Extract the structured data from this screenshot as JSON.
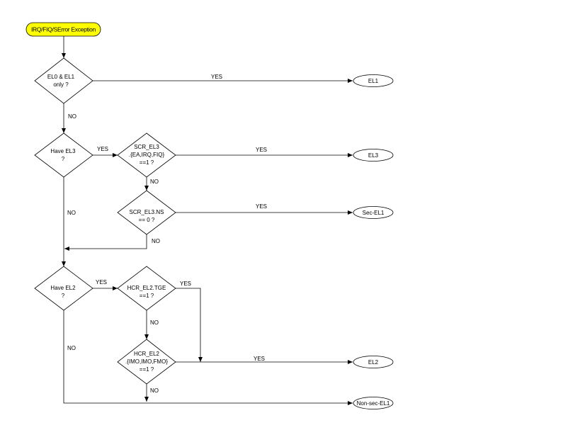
{
  "colors": {
    "start_fill": "#ffff00",
    "line": "#000000",
    "shape_fill": "#ffffff"
  },
  "start": {
    "label": "IRQ/FIQ/SError Exception"
  },
  "decisions": {
    "el0_el1_only": {
      "line1": "EL0 & EL1",
      "line2": "only ?"
    },
    "have_el3": {
      "line1": "Have EL3",
      "line2": "?"
    },
    "scr_el3_bits": {
      "line1": "SCR_EL3",
      "line2": ".{EA,IRQ,FIQ}",
      "line3": "==1 ?"
    },
    "scr_el3_ns": {
      "line1": "SCR_EL3.NS",
      "line2": "== 0 ?"
    },
    "have_el2": {
      "line1": "Have EL2",
      "line2": "?"
    },
    "hcr_el2_tge": {
      "line1": "HCR_EL2.TGE",
      "line2": "==1 ?"
    },
    "hcr_el2_bits": {
      "line1": "HCR_EL2",
      "line2": ".{IMO,IMO,FMO}",
      "line3": "==1 ?"
    }
  },
  "terminals": {
    "el1": "EL1",
    "el3": "EL3",
    "sec_el1": "Sec-EL1",
    "el2": "EL2",
    "non_sec_el1": "Non-sec-EL1"
  },
  "edge_labels": {
    "el0_yes": "YES",
    "el0_no": "NO",
    "have_el3_yes": "YES",
    "have_el3_no": "NO",
    "scr_bits_yes": "YES",
    "scr_bits_no": "NO",
    "scr_ns_yes": "YES",
    "scr_ns_no": "NO",
    "have_el2_yes": "YES",
    "have_el2_no": "NO",
    "tge_yes": "YES",
    "tge_no": "NO",
    "hcr_bits_yes": "YES",
    "hcr_bits_no": "NO"
  }
}
